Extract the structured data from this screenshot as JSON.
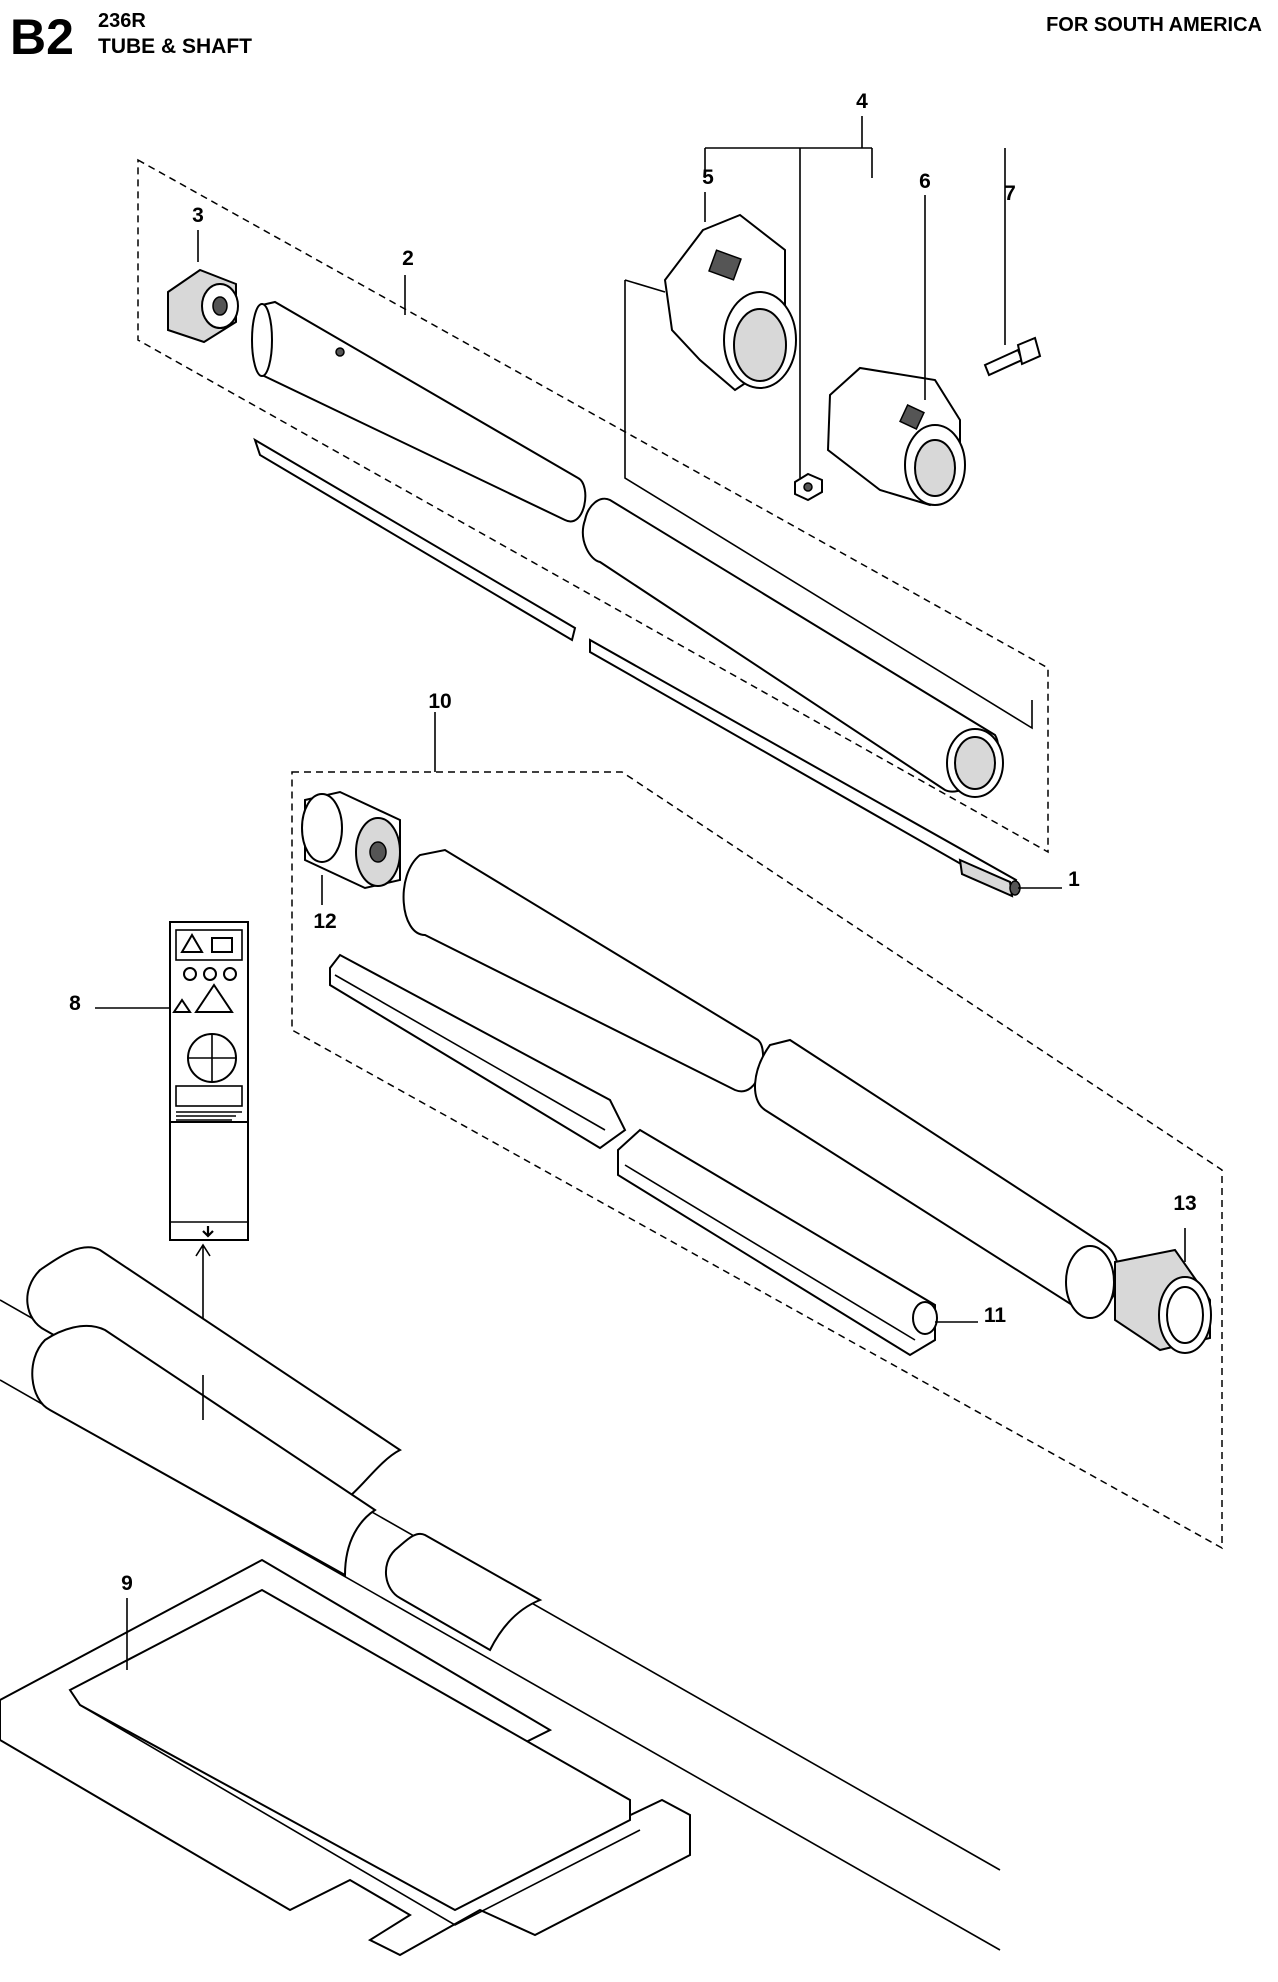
{
  "header": {
    "section_code": "B2",
    "model": "236R",
    "title": "TUBE & SHAFT",
    "region": "FOR SOUTH AMERICA"
  },
  "callouts": [
    "1",
    "2",
    "3",
    "4",
    "5",
    "6",
    "7",
    "8",
    "9",
    "10",
    "11",
    "12",
    "13"
  ]
}
